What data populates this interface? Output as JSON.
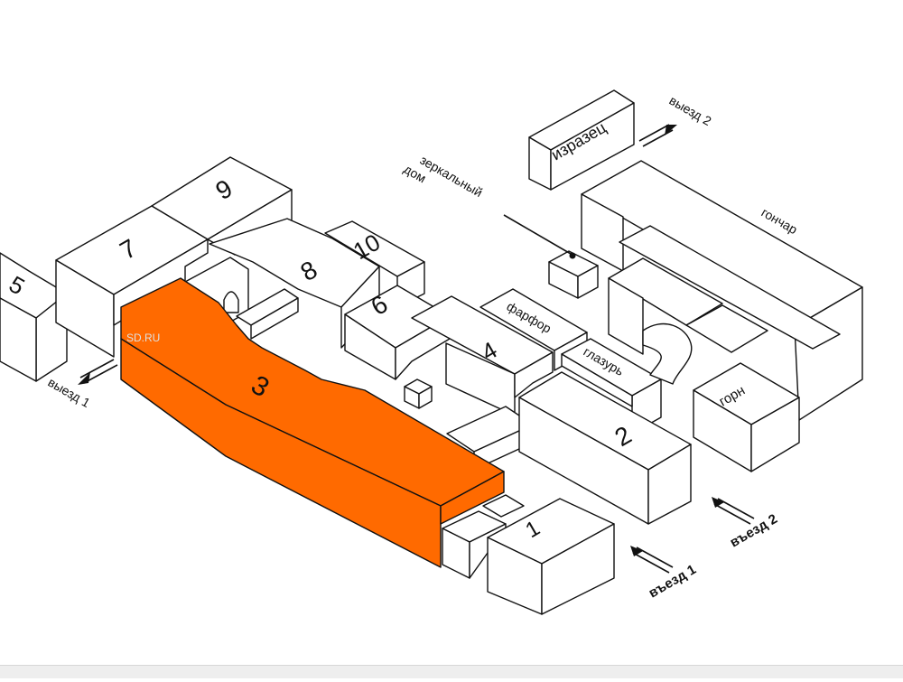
{
  "colors": {
    "highlight": "#ff6a00",
    "outline": "#111111",
    "building": "#ffffff"
  },
  "buildings": {
    "b1": "1",
    "b2": "2",
    "b3": "3",
    "b4": "4",
    "b5": "5",
    "b6": "6",
    "b7": "7",
    "b8": "8",
    "b9": "9",
    "b10": "10",
    "farfor": "фарфор",
    "glazur": "глазурь",
    "izrazets": "изразец",
    "gonchar": "гончар",
    "gorn": "горн",
    "mirror_house_line1": "зеркальный",
    "mirror_house_line2": "дом"
  },
  "exits": {
    "vyezd1_left": "выезд 1",
    "vyezd2_top": "выезд 2",
    "vezd1_bottom": "въезд 1",
    "vezd2_right": "въезд 2"
  },
  "highlighted_building": "3",
  "watermark": "SD.RU"
}
